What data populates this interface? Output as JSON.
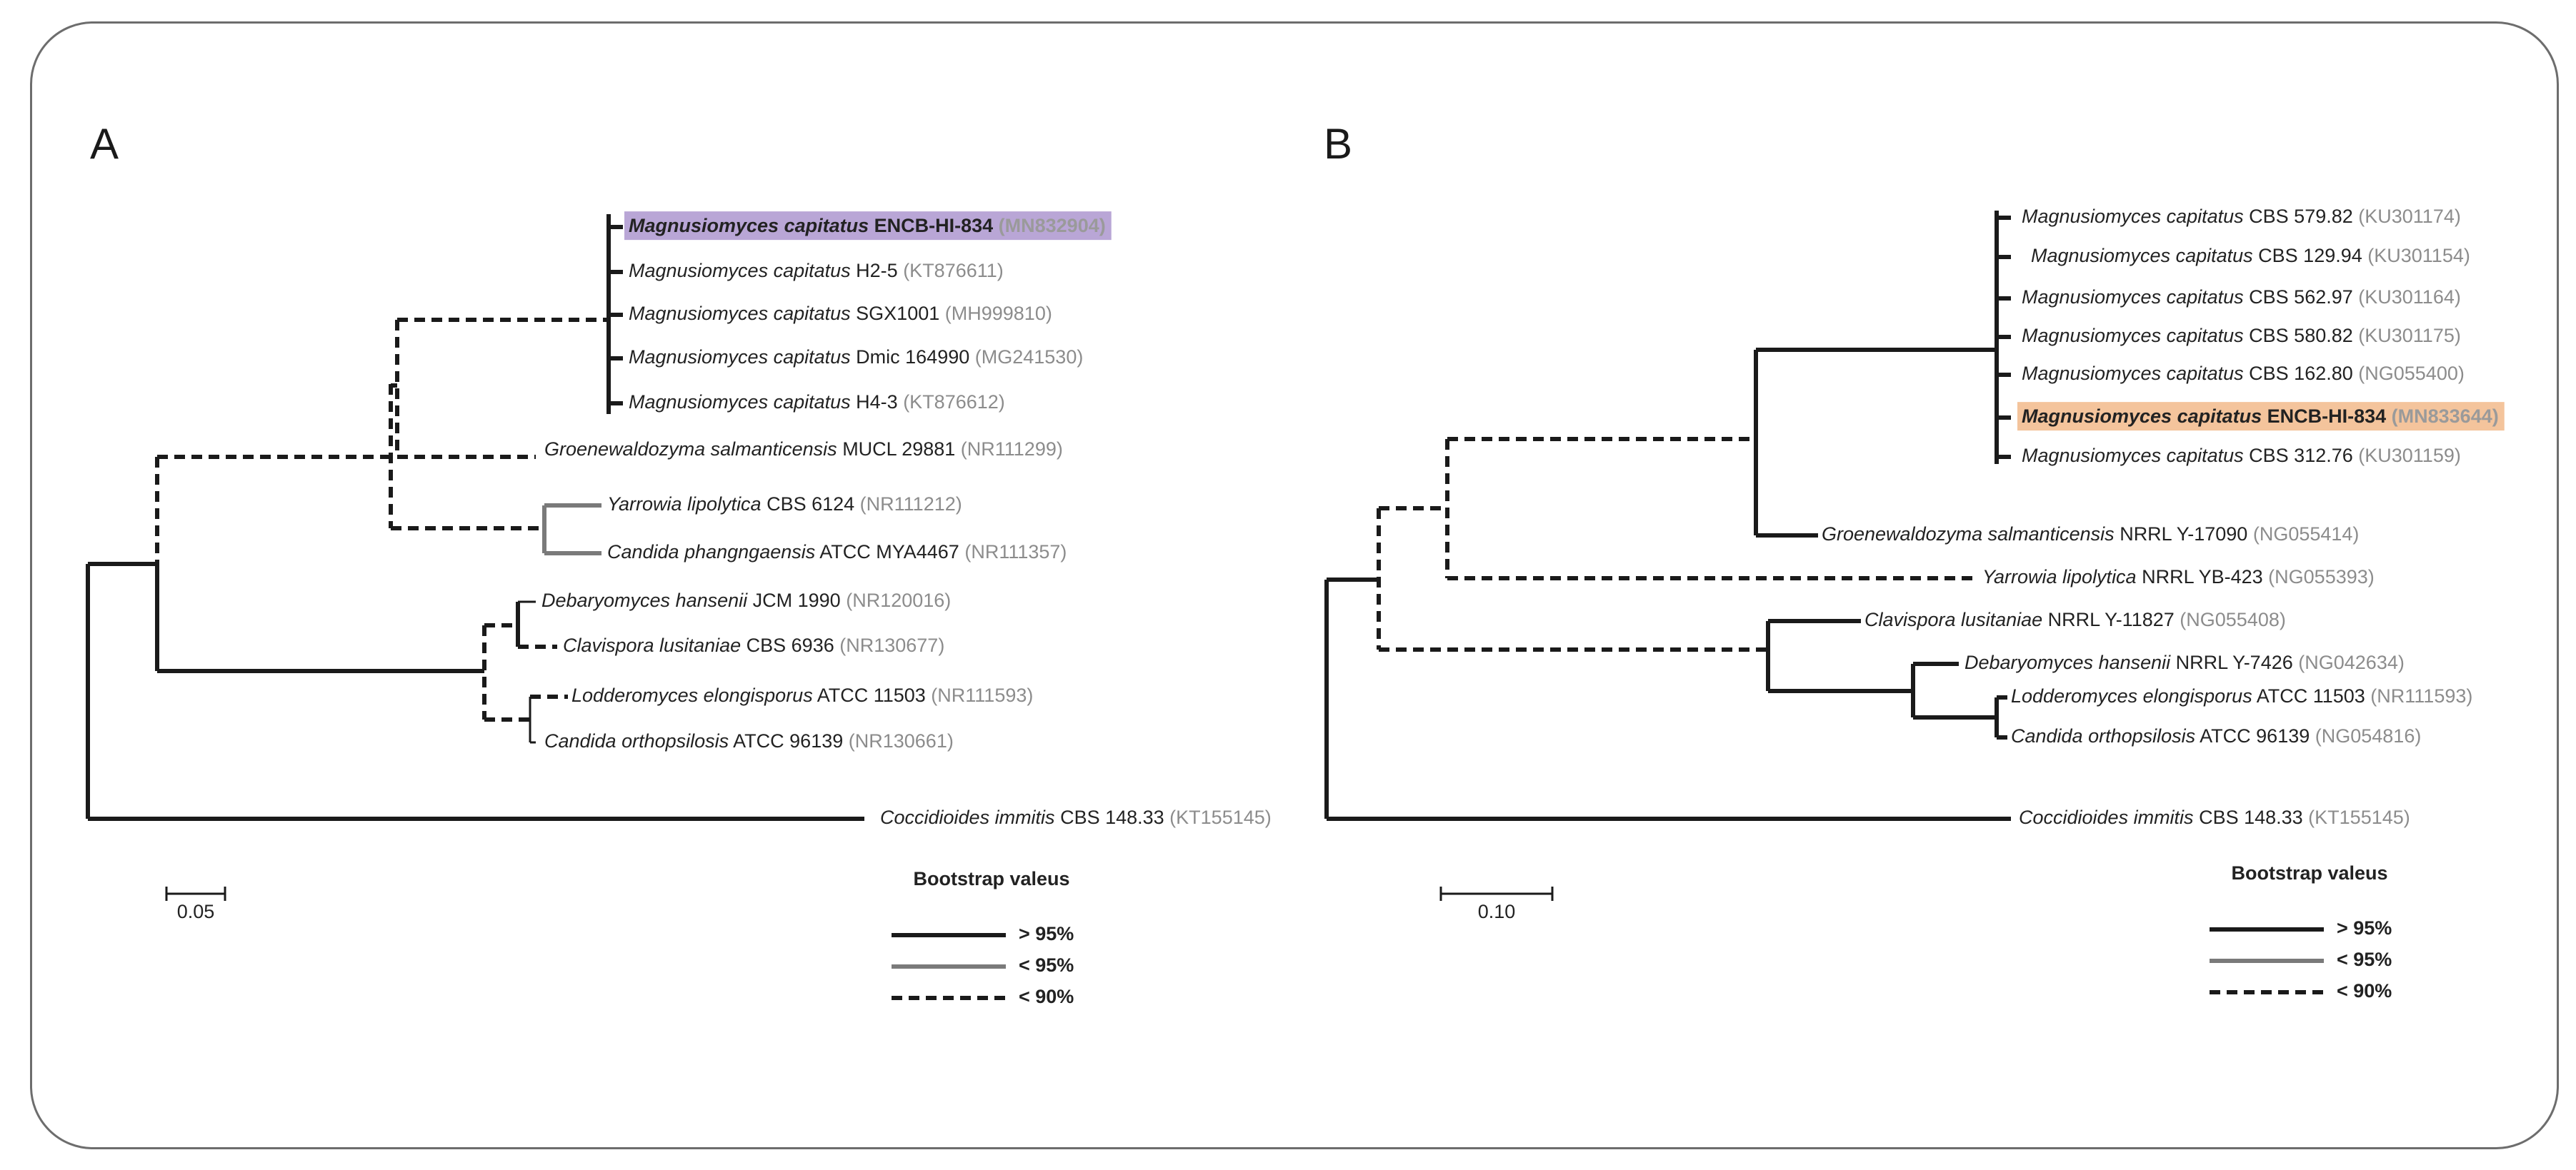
{
  "colors": {
    "solid": "#1a1a1a",
    "gray": "#7a7a7a",
    "highlight_a": "#b9a6d6",
    "highlight_b": "#f4c49c",
    "accession": "#8c8c8c",
    "frame": "#6d6d6d"
  },
  "panels": [
    {
      "letter": "A",
      "scale_label": "0.05",
      "legend": {
        "title": "Bootstrap valeus",
        "items": [
          {
            "style": "solid",
            "label": "> 95%"
          },
          {
            "style": "gray",
            "label": "< 95%"
          },
          {
            "style": "dashed",
            "label": "< 90%"
          }
        ]
      },
      "taxa": [
        {
          "species": "Magnusiomyces capitatus",
          "strain": "ENCB-HI-834",
          "accession": "(MN832904)",
          "bold": true,
          "highlight": "highlight_a"
        },
        {
          "species": "Magnusiomyces capitatus",
          "strain": "H2-5",
          "accession": "(KT876611)"
        },
        {
          "species": "Magnusiomyces capitatus",
          "strain": "SGX1001",
          "accession": "(MH999810)"
        },
        {
          "species": "Magnusiomyces capitatus",
          "strain": "Dmic 164990",
          "accession": "(MG241530)"
        },
        {
          "species": "Magnusiomyces capitatus",
          "strain": "H4-3",
          "accession": "(KT876612)"
        },
        {
          "species": "Groenewaldozyma salmanticensis",
          "strain": "MUCL 29881",
          "accession": "(NR111299)"
        },
        {
          "species": "Yarrowia lipolytica",
          "strain": "CBS 6124",
          "accession": "(NR111212)"
        },
        {
          "species": "Candida phangngaensis",
          "strain": "ATCC MYA4467",
          "accession": "(NR111357)"
        },
        {
          "species": "Debaryomyces hansenii",
          "strain": "JCM 1990",
          "accession": "(NR120016)"
        },
        {
          "species": "Clavispora lusitaniae",
          "strain": "CBS 6936",
          "accession": "(NR130677)"
        },
        {
          "species": "Lodderomyces elongisporus",
          "strain": "ATCC 11503",
          "accession": "(NR111593)"
        },
        {
          "species": "Candida orthopsilosis",
          "strain": "ATCC 96139",
          "accession": "(NR130661)"
        },
        {
          "species": "Coccidioides immitis",
          "strain": "CBS 148.33",
          "accession": "(KT155145)"
        }
      ]
    },
    {
      "letter": "B",
      "scale_label": "0.10",
      "legend": {
        "title": "Bootstrap valeus",
        "items": [
          {
            "style": "solid",
            "label": "> 95%"
          },
          {
            "style": "gray",
            "label": "< 95%"
          },
          {
            "style": "dashed",
            "label": "< 90%"
          }
        ]
      },
      "taxa": [
        {
          "species": "Magnusiomyces capitatus",
          "strain": "CBS 579.82",
          "accession": "(KU301174)"
        },
        {
          "species": "Magnusiomyces capitatus",
          "strain": "CBS 129.94",
          "accession": "(KU301154)"
        },
        {
          "species": "Magnusiomyces capitatus",
          "strain": "CBS 562.97",
          "accession": "(KU301164)"
        },
        {
          "species": "Magnusiomyces capitatus",
          "strain": "CBS 580.82",
          "accession": "(KU301175)"
        },
        {
          "species": "Magnusiomyces capitatus",
          "strain": "CBS 162.80",
          "accession": "(NG055400)"
        },
        {
          "species": "Magnusiomyces capitatus",
          "strain": "ENCB-HI-834",
          "accession": "(MN833644)",
          "bold": true,
          "highlight": "highlight_b"
        },
        {
          "species": "Magnusiomyces capitatus",
          "strain": "CBS 312.76",
          "accession": "(KU301159)"
        },
        {
          "species": "Groenewaldozyma salmanticensis",
          "strain": "NRRL Y-17090",
          "accession": "(NG055414)"
        },
        {
          "species": "Yarrowia lipolytica",
          "strain": "NRRL YB-423",
          "accession": "(NG055393)"
        },
        {
          "species": "Clavispora lusitaniae",
          "strain": "NRRL Y-11827",
          "accession": "(NG055408)"
        },
        {
          "species": "Debaryomyces hansenii",
          "strain": "NRRL Y-7426",
          "accession": "(NG042634)"
        },
        {
          "species": "Lodderomyces elongisporus",
          "strain": "ATCC 11503",
          "accession": "(NR111593)"
        },
        {
          "species": "Candida orthopsilosis",
          "strain": "ATCC 96139",
          "accession": "(NG054816)"
        },
        {
          "species": "Coccidioides immitis",
          "strain": "CBS 148.33",
          "accession": "(KT155145)"
        }
      ]
    }
  ]
}
